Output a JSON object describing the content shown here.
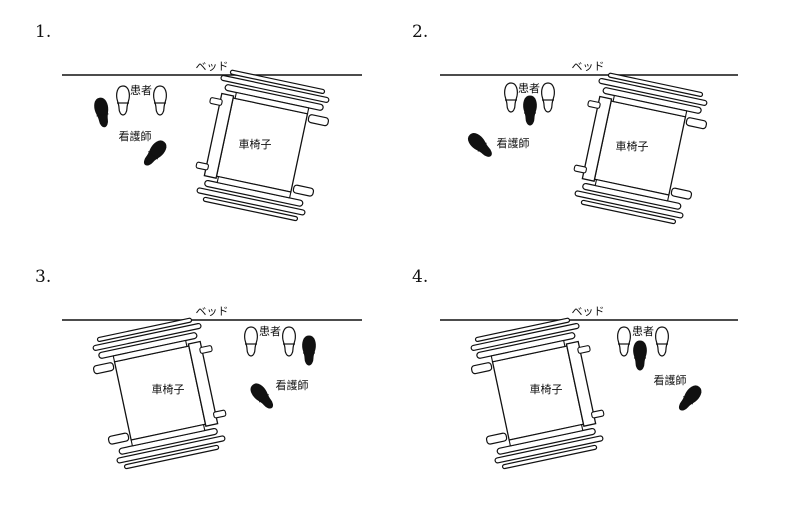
{
  "panels": [
    {
      "number": "1.",
      "bed_label": "ベッド",
      "patient_label": "患者",
      "nurse_label": "看護師",
      "wheelchair_label": "車椅子"
    },
    {
      "number": "2.",
      "bed_label": "ベッド",
      "patient_label": "患者",
      "nurse_label": "看護師",
      "wheelchair_label": "車椅子"
    },
    {
      "number": "3.",
      "bed_label": "ベッド",
      "patient_label": "患者",
      "nurse_label": "看護師",
      "wheelchair_label": "車椅子"
    },
    {
      "number": "4.",
      "bed_label": "ベッド",
      "patient_label": "患者",
      "nurse_label": "看護師",
      "wheelchair_label": "車椅子"
    }
  ],
  "colors": {
    "ink": "#111111",
    "paper": "#ffffff"
  }
}
